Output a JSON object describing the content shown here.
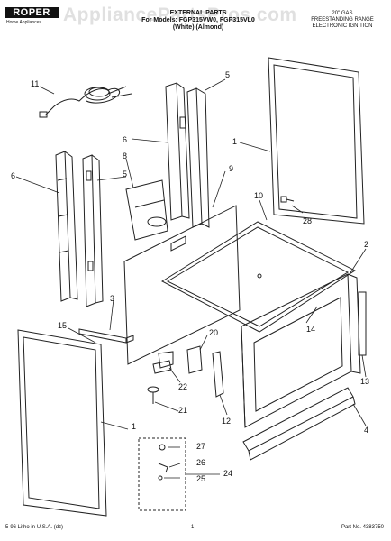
{
  "header": {
    "brand": "ROPER",
    "brand_sub": "Home Appliances",
    "watermark": "AppliancePartsPros.com",
    "title_line1": "EXTERNAL PARTS",
    "title_line2": "For Models: FGP315VW0, FGP315VL0",
    "title_line3": "(White)        (Almond)",
    "desc_line1": "20\" GAS",
    "desc_line2": "FREESTANDING RANGE",
    "desc_line3": "ELECTRONIC IGNITION"
  },
  "callouts": [
    "11",
    "5",
    "6",
    "8",
    "5",
    "6",
    "9",
    "1",
    "10",
    "28",
    "2",
    "3",
    "15",
    "14",
    "20",
    "22",
    "13",
    "21",
    "12",
    "1",
    "4",
    "27",
    "26",
    "24",
    "25"
  ],
  "footer": {
    "left": "5-96 Litho in U.S.A. (dz)",
    "page": "1",
    "part_no": "Part No. 4383750"
  }
}
